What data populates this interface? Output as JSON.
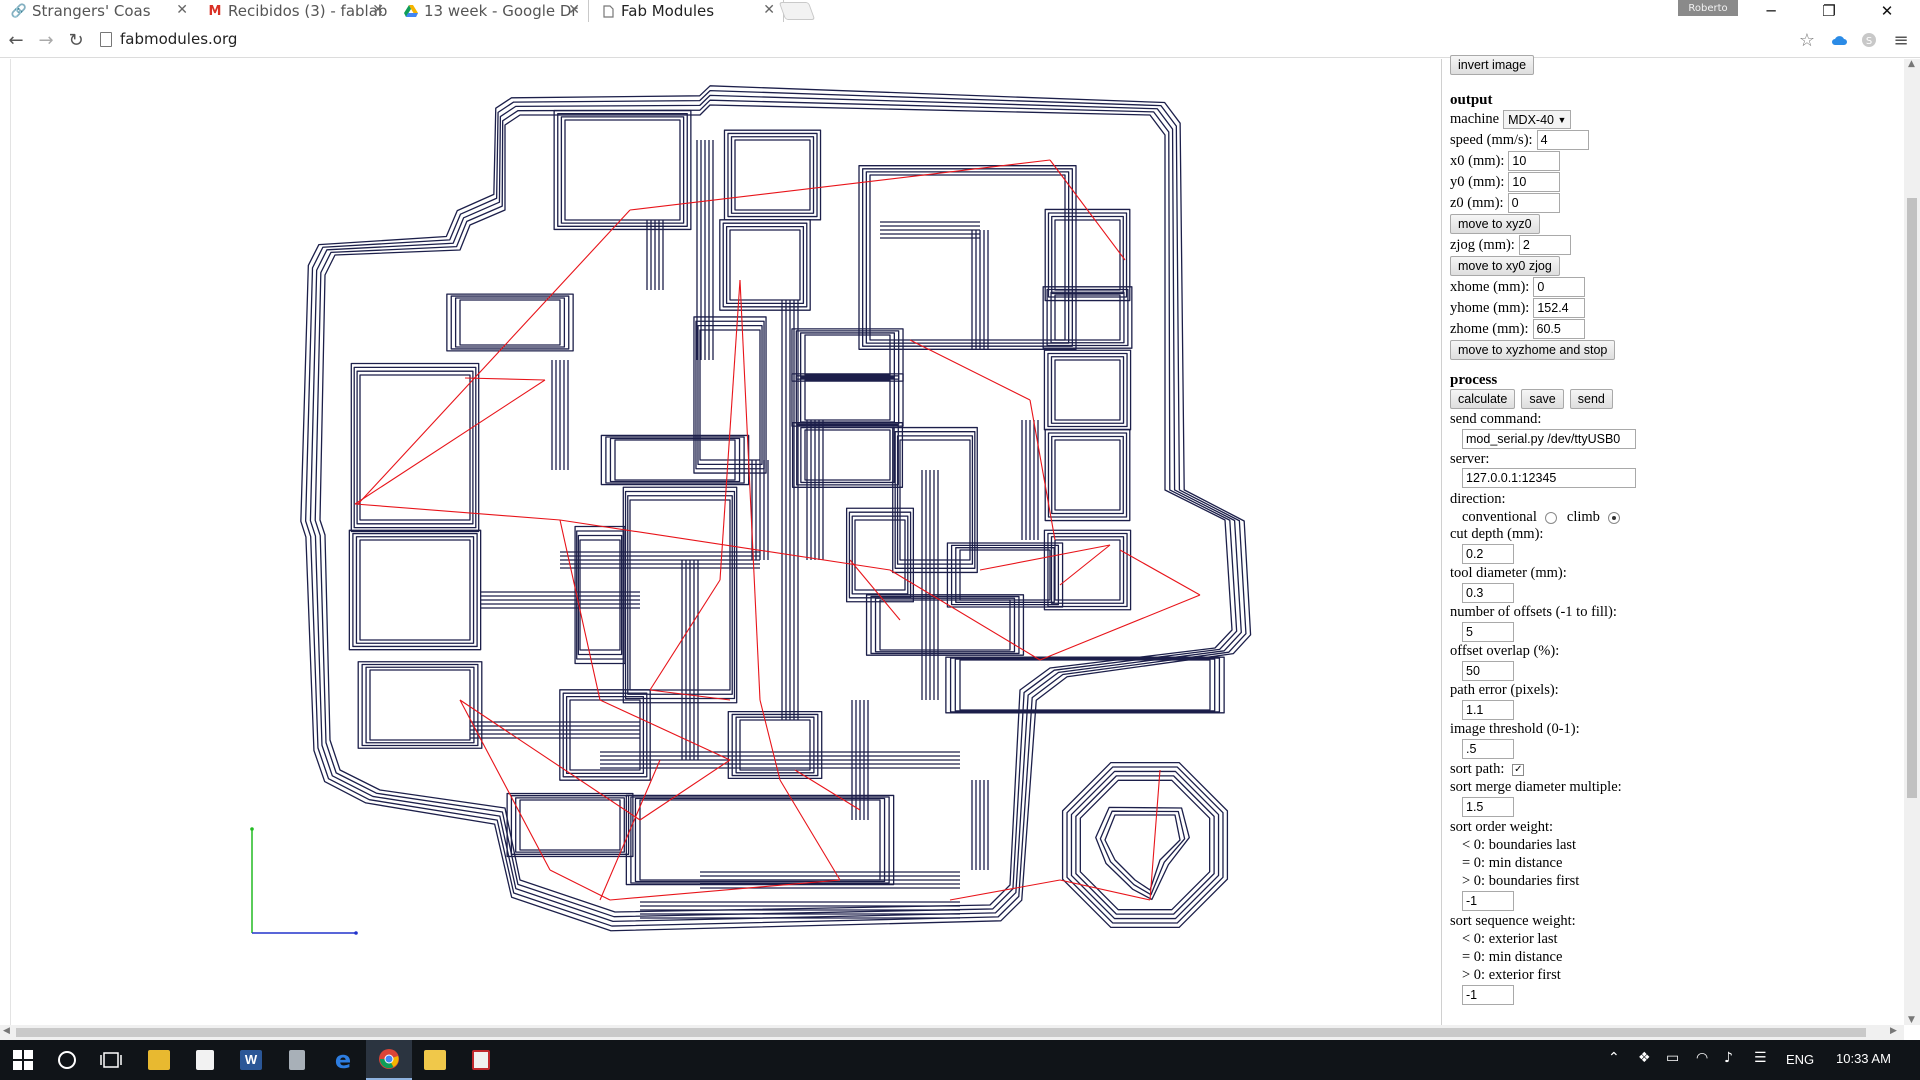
{
  "browser": {
    "tabs": [
      {
        "label": "Strangers' Coas",
        "icon": "link-icon",
        "active": false
      },
      {
        "label": "Recibidos (3) - fablab",
        "icon": "gmail-icon",
        "active": false
      },
      {
        "label": "13 week - Google Dr",
        "icon": "google-drive-icon",
        "active": false
      },
      {
        "label": "Fab Modules",
        "icon": "page-icon",
        "active": true
      }
    ],
    "profile_name": "Roberto",
    "window_controls": {
      "minimize": "─",
      "restore": "❐",
      "close": "✕"
    },
    "url": "fabmodules.org",
    "nav": {
      "back": "←",
      "forward": "→",
      "reload": "↻"
    },
    "toolbar_icons": {
      "star": "☆",
      "menu": "≡"
    }
  },
  "panel": {
    "invert_image_label": "invert image",
    "output": {
      "heading": "output",
      "machine_label": "machine",
      "machine_value": "MDX-40",
      "machine_arrow": "▼",
      "speed_label": "speed (mm/s):",
      "speed_value": "4",
      "x0_label": "x0 (mm):",
      "x0_value": "10",
      "y0_label": "y0 (mm):",
      "y0_value": "10",
      "z0_label": "z0 (mm):",
      "z0_value": "0",
      "move_xyz0_label": "move to xyz0",
      "zjog_label": "zjog (mm):",
      "zjog_value": "2",
      "move_xy0_zjog_label": "move to xy0 zjog",
      "xhome_label": "xhome (mm):",
      "xhome_value": "0",
      "yhome_label": "yhome (mm):",
      "yhome_value": "152.4",
      "zhome_label": "zhome (mm):",
      "zhome_value": "60.5",
      "move_xyzhome_label": "move to xyzhome and stop"
    },
    "process": {
      "heading": "process",
      "calculate_label": "calculate",
      "save_label": "save",
      "send_label": "send",
      "send_command_label": "send command:",
      "send_command_value": "mod_serial.py /dev/ttyUSB0",
      "server_label": "server:",
      "server_value": "127.0.0.1:12345",
      "direction_label": "direction:",
      "conventional_label": "conventional",
      "climb_label": "climb",
      "direction_selected": "climb",
      "cut_depth_label": "cut depth (mm):",
      "cut_depth_value": "0.2",
      "tool_diameter_label": "tool diameter (mm):",
      "tool_diameter_value": "0.3",
      "offsets_label": "number of offsets (-1 to fill):",
      "offsets_value": "5",
      "overlap_label": "offset overlap (%):",
      "overlap_value": "50",
      "path_error_label": "path error (pixels):",
      "path_error_value": "1.1",
      "threshold_label": "image threshold (0-1):",
      "threshold_value": ".5",
      "sort_path_label": "sort path:",
      "sort_path_checked": true,
      "sort_merge_label": "sort merge diameter multiple:",
      "sort_merge_value": "1.5",
      "sort_order_label": "sort order weight:",
      "sort_order_options": [
        "< 0: boundaries last",
        "= 0: min distance",
        "> 0: boundaries first"
      ],
      "sort_order_value": "-1",
      "sort_sequence_label": "sort sequence weight:",
      "sort_sequence_options": [
        "< 0: exterior last",
        "= 0: min distance",
        "> 0: exterior first"
      ],
      "sort_sequence_value": "-1"
    }
  },
  "colors": {
    "toolpath": "#1c1f4a",
    "move_path": "#e8141a",
    "axis_y": "#22bb22",
    "axis_x": "#2233cc"
  },
  "taskbar": {
    "language": "ENG",
    "time": "10:33 AM"
  }
}
